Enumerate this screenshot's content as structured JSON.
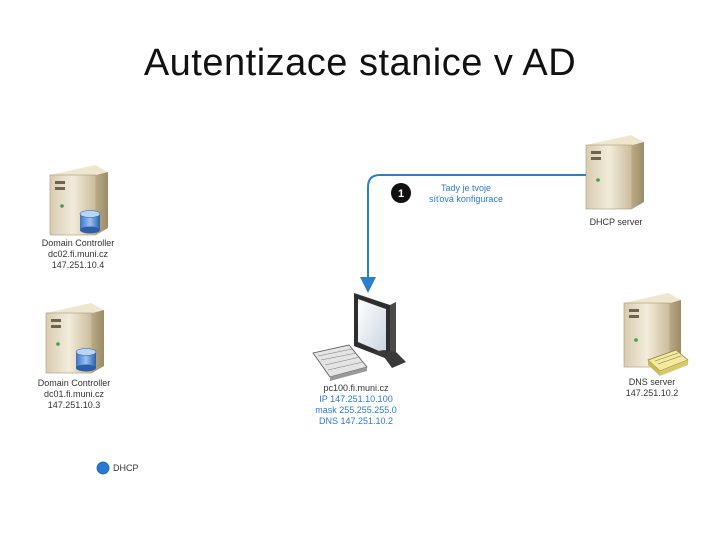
{
  "title": "Autentizace stanice v AD",
  "nodes": {
    "dc02": {
      "role": "Domain Controller",
      "host": "dc02.fi.muni.cz",
      "ip": "147.251.10.4"
    },
    "dc01": {
      "role": "Domain Controller",
      "host": "dc01.fi.muni.cz",
      "ip": "147.251.10.3"
    },
    "dhcp": {
      "role": "DHCP server"
    },
    "dns": {
      "role": "DNS server",
      "ip": "147.251.10.2"
    },
    "pc": {
      "host": "pc100.fi.muni.cz",
      "ip": "IP 147.251.10.100",
      "mask": "mask 255.255.255.0",
      "dns": "DNS 147.251.10.2"
    }
  },
  "message": {
    "step": "1",
    "line1": "Tady je tvoje",
    "line2": "síťová konfigurace"
  },
  "legend": {
    "label": "DHCP",
    "color": "#2a7bd0"
  },
  "colors": {
    "arrow": "#2a80c8",
    "step_badge": "#111111"
  }
}
